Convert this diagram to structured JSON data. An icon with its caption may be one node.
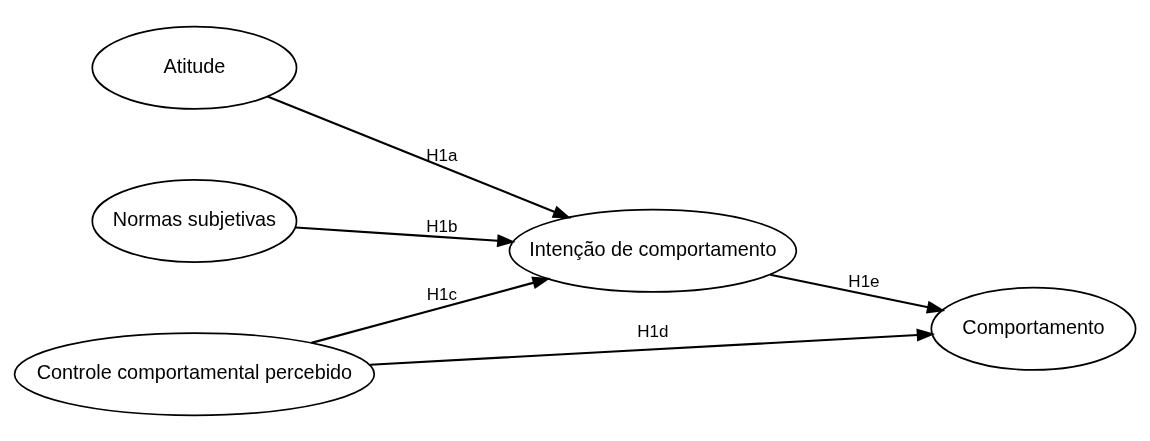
{
  "diagram": {
    "nodes": [
      {
        "text": [
          "Atitude"
        ]
      },
      {
        "text": [
          "Normas subjetivas"
        ]
      },
      {
        "text": [
          "Intenção de comportamento"
        ]
      },
      {
        "text": [
          "Comportamento"
        ]
      },
      {
        "text": [
          "Controle comportamental percebido"
        ]
      }
    ],
    "edges": [
      {
        "from": 0,
        "to": 2,
        "arrow": "to",
        "label": "H1a"
      },
      {
        "from": 1,
        "to": 2,
        "arrow": "to",
        "label": "H1b"
      },
      {
        "from": 4,
        "to": 2,
        "arrow": "to",
        "label": "H1c"
      },
      {
        "from": 4,
        "to": 3,
        "arrow": "to",
        "label": "H1d"
      },
      {
        "from": 2,
        "to": 3,
        "arrow": "to",
        "label": "H1e"
      }
    ]
  }
}
